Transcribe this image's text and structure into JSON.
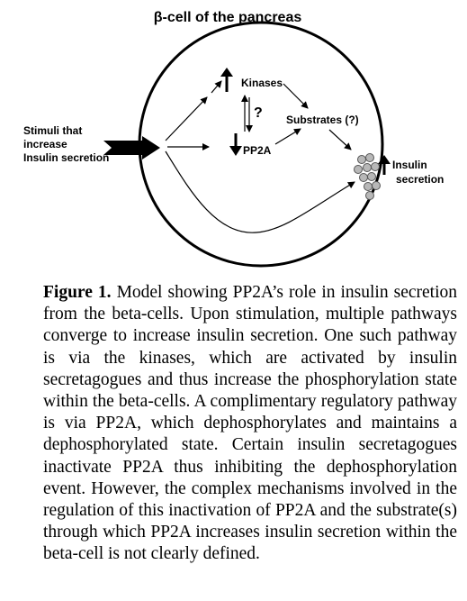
{
  "diagram": {
    "title": "β-cell of the pancreas",
    "stimuli_lines": [
      "Stimuli that",
      "increase",
      "Insulin secretion"
    ],
    "kinases": "Kinases",
    "question": "?",
    "pp2a": "PP2A",
    "substrates": "Substrates (?)",
    "insulin_secretion_lines": [
      "Insulin",
      "secretion"
    ]
  },
  "caption": {
    "label": "Figure 1.",
    "text": "Model showing PP2A’s role in insulin secretion from the beta-cells. Upon stimulation, multiple pathways converge to increase insulin secretion. One such pathway is via the kinases, which are activated by insulin secretagogues and thus increase the phosphorylation state within the beta-cells. A complimentary regulatory pathway is via PP2A, which dephosphorylates and maintains a dephosphorylated state. Certain insulin secretagogues inactivate PP2A thus inhibiting the dephosphorylation event. However, the complex mechanisms involved in the regulation of this inactivation of PP2A and the substrate(s) through which PP2A increases insulin secretion within the beta-cell is not clearly defined."
  }
}
